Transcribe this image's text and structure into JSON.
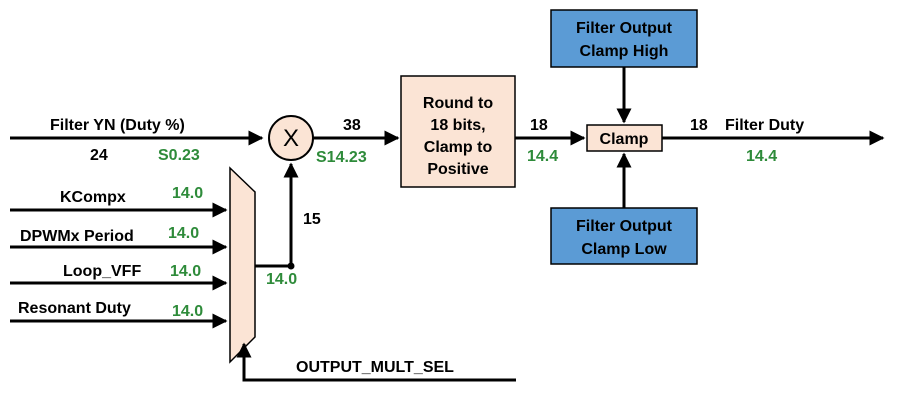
{
  "inputs": {
    "filter_yn": "Filter YN (Duty %)",
    "filter_yn_width": "24",
    "filter_yn_format": "S0.23",
    "kcompx": "KCompx",
    "kcompx_format": "14.0",
    "dpwm_period": "DPWMx Period",
    "dpwm_period_format": "14.0",
    "loop_vff": "Loop_VFF",
    "loop_vff_format": "14.0",
    "resonant_duty": "Resonant Duty",
    "resonant_duty_format": "14.0"
  },
  "multiplier": {
    "symbol": "X",
    "out_width": "38",
    "out_format": "S14.23"
  },
  "mux": {
    "out_width": "15",
    "out_format": "14.0",
    "select": "OUTPUT_MULT_SEL"
  },
  "round_block": {
    "line1": "Round to",
    "line2": "18 bits,",
    "line3": "Clamp to",
    "line4": "Positive",
    "out_width": "18",
    "out_format": "14.4"
  },
  "clamp": {
    "label": "Clamp",
    "high_line1": "Filter Output",
    "high_line2": "Clamp High",
    "low_line1": "Filter Output",
    "low_line2": "Clamp Low"
  },
  "output": {
    "width": "18",
    "label": "Filter Duty",
    "format": "14.4"
  },
  "colors": {
    "wire": "#000000",
    "format_text": "#2e8b3a",
    "peach_fill": "#fbe4d5",
    "blue_fill": "#5b9bd5",
    "mux_fill": "#fbe4d5"
  }
}
